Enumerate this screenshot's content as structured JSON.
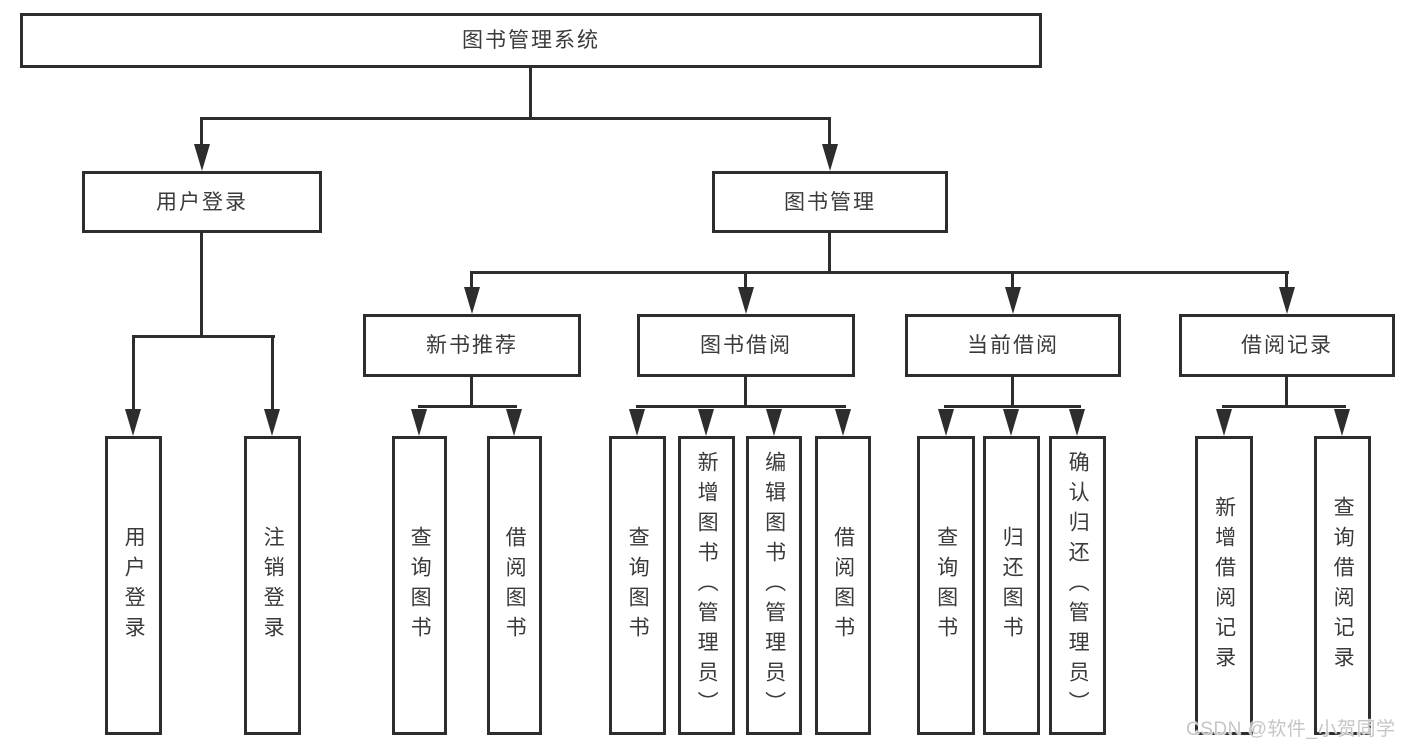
{
  "diagram": {
    "tree": {
      "label": "图书管理系统",
      "children": [
        {
          "label": "用户登录",
          "children": [
            {
              "label": "用户登录"
            },
            {
              "label": "注销登录"
            }
          ]
        },
        {
          "label": "图书管理",
          "children": [
            {
              "label": "新书推荐",
              "children": [
                {
                  "label": "查询图书"
                },
                {
                  "label": "借阅图书"
                }
              ]
            },
            {
              "label": "图书借阅",
              "children": [
                {
                  "label": "查询图书"
                },
                {
                  "label": "新增图书（管理员）"
                },
                {
                  "label": "编辑图书（管理员）"
                },
                {
                  "label": "借阅图书"
                }
              ]
            },
            {
              "label": "当前借阅",
              "children": [
                {
                  "label": "查询图书"
                },
                {
                  "label": "归还图书"
                },
                {
                  "label": "确认归还（管理员）"
                }
              ]
            },
            {
              "label": "借阅记录",
              "children": [
                {
                  "label": "新增借阅记录"
                },
                {
                  "label": "查询借阅记录"
                }
              ]
            }
          ]
        }
      ]
    },
    "colors": {
      "line": "#2d2d2d",
      "box_border": "#2d2d2d",
      "box_fill": "#ffffff",
      "text": "#3a3a3a",
      "watermark": "#c6c6c6",
      "background": "#ffffff"
    }
  },
  "watermark": {
    "text": "CSDN @软件_小贺同学"
  }
}
